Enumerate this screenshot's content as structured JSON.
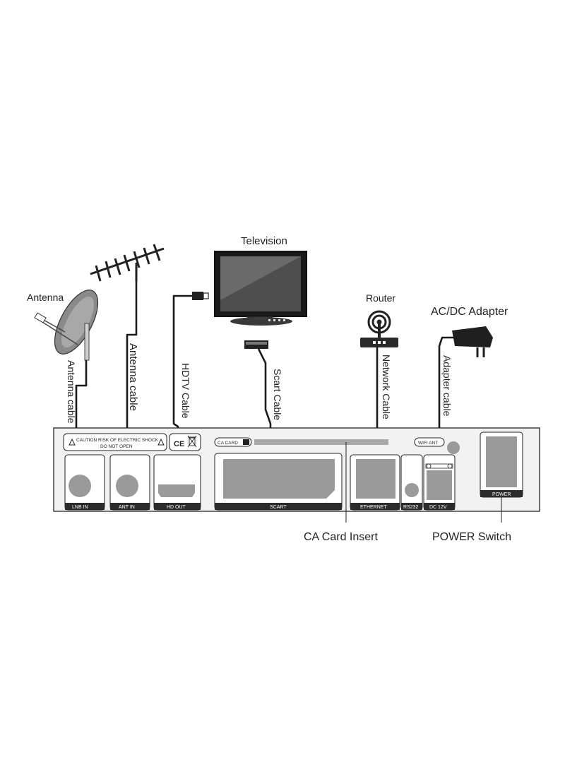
{
  "devices": {
    "antenna": "Antenna",
    "television": "Television",
    "router": "Router",
    "adapter": "AC/DC Adapter"
  },
  "cables": {
    "antenna_cable_1": "Antenna cable",
    "antenna_cable_2": "Antenna cable",
    "hdtv_cable": "HDTV Cable",
    "scart_cable": "Scart Cable",
    "network_cable": "Network Cable",
    "adapter_cable": "Adapter cable"
  },
  "panel": {
    "caution_line1": "CAUTION RISK OF ELECTRIC SHOCK",
    "caution_line2": "DO NOT OPEN",
    "ce_mark": "CE",
    "ca_card": "CA CARD",
    "wifi_ant": "WIFI ANT",
    "ports": {
      "lnb_in": "LNB IN",
      "ant_in": "ANT IN",
      "hd_out": "HD OUT",
      "scart": "SCART",
      "ethernet": "ETHERNET",
      "rs232": "RS232",
      "dc_12v": "DC 12V",
      "power": "POWER"
    }
  },
  "callouts": {
    "ca_card_insert": "CA Card Insert",
    "power_switch": "POWER Switch"
  },
  "colors": {
    "panel_fill": "#f2f2f2",
    "port_gray": "#9a9a9a",
    "label_band": "#2b2b2b",
    "cable": "#1a1a1a"
  }
}
